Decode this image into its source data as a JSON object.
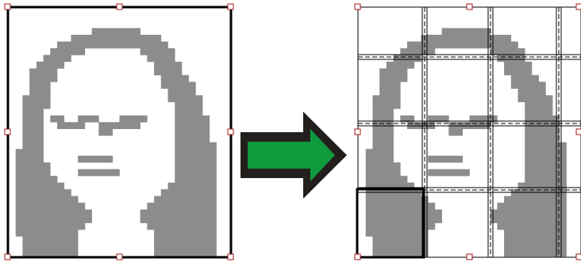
{
  "image": {
    "subject": "pixelated-portrait",
    "pixel_color": "#8c8c8c",
    "background_color": "#ffffff",
    "grid": {
      "cols": 32,
      "rows": 37,
      "runs": [
        [],
        [],
        [],
        [
          [
            12,
            18
          ]
        ],
        [
          [
            9,
            21
          ]
        ],
        [
          [
            7,
            22
          ]
        ],
        [
          [
            6,
            10
          ],
          [
            19,
            23
          ]
        ],
        [
          [
            5,
            8
          ],
          [
            20,
            23
          ]
        ],
        [
          [
            4,
            7
          ],
          [
            21,
            24
          ]
        ],
        [
          [
            3,
            6
          ],
          [
            21,
            24
          ]
        ],
        [
          [
            3,
            6
          ],
          [
            22,
            25
          ]
        ],
        [
          [
            3,
            5
          ],
          [
            22,
            26
          ]
        ],
        [
          [
            3,
            5
          ],
          [
            23,
            26
          ]
        ],
        [
          [
            2,
            5
          ],
          [
            23,
            27
          ]
        ],
        [
          [
            2,
            5
          ],
          [
            24,
            27
          ]
        ],
        [
          [
            2,
            4
          ],
          [
            24,
            27
          ]
        ],
        [
          [
            2,
            4
          ],
          [
            6,
            7
          ],
          [
            10,
            12
          ],
          [
            16,
            19
          ],
          [
            24,
            28
          ]
        ],
        [
          [
            2,
            4
          ],
          [
            7,
            10
          ],
          [
            13,
            14
          ],
          [
            15,
            18
          ],
          [
            24,
            28
          ]
        ],
        [
          [
            2,
            4
          ],
          [
            13,
            14
          ],
          [
            24,
            28
          ]
        ],
        [
          [
            2,
            4
          ],
          [
            24,
            28
          ]
        ],
        [
          [
            2,
            4
          ],
          [
            24,
            29
          ]
        ],
        [
          [
            1,
            4
          ],
          [
            24,
            29
          ]
        ],
        [
          [
            1,
            4
          ],
          [
            10,
            14
          ],
          [
            24,
            29
          ]
        ],
        [
          [
            1,
            5
          ],
          [
            24,
            29
          ]
        ],
        [
          [
            1,
            5
          ],
          [
            10,
            15
          ],
          [
            24,
            29
          ]
        ],
        [
          [
            1,
            6
          ],
          [
            24,
            29
          ]
        ],
        [
          [
            1,
            7
          ],
          [
            23,
            29
          ]
        ],
        [
          [
            1,
            8
          ],
          [
            22,
            29
          ]
        ],
        [
          [
            1,
            9
          ],
          [
            21,
            29
          ]
        ],
        [
          [
            1,
            10
          ],
          [
            20,
            29
          ]
        ],
        [
          [
            1,
            11
          ],
          [
            19,
            29
          ]
        ],
        [
          [
            1,
            11
          ],
          [
            19,
            29
          ]
        ],
        [
          [
            1,
            10
          ],
          [
            20,
            29
          ]
        ],
        [
          [
            1,
            9
          ],
          [
            21,
            29
          ]
        ],
        [
          [
            2,
            9
          ],
          [
            21,
            29
          ]
        ],
        [
          [
            2,
            9
          ],
          [
            21,
            29
          ]
        ],
        [
          [
            2,
            9
          ],
          [
            21,
            29
          ]
        ]
      ]
    }
  },
  "arrow": {
    "direction": "right",
    "fill_color": "#0f9a3e",
    "outline_color": "#231f1c"
  },
  "tiles": {
    "cols": 4,
    "rows": 4,
    "highlighted_tile": [
      0,
      3
    ]
  },
  "handle_color": "#a31515"
}
